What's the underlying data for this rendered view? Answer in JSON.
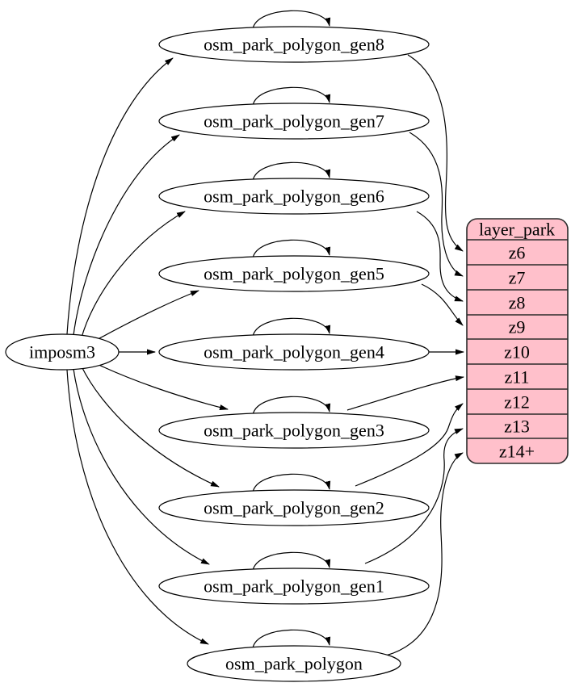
{
  "diagram": {
    "background_color": "#ffffff",
    "node_fill": "#ffffff",
    "edge_color": "#000000",
    "source_node": {
      "label": "imposm3"
    },
    "generalized_tables": [
      {
        "label": "osm_park_polygon_gen8"
      },
      {
        "label": "osm_park_polygon_gen7"
      },
      {
        "label": "osm_park_polygon_gen6"
      },
      {
        "label": "osm_park_polygon_gen5"
      },
      {
        "label": "osm_park_polygon_gen4"
      },
      {
        "label": "osm_park_polygon_gen3"
      },
      {
        "label": "osm_park_polygon_gen2"
      },
      {
        "label": "osm_park_polygon_gen1"
      },
      {
        "label": "osm_park_polygon"
      }
    ],
    "layer_node": {
      "title": "layer_park",
      "fill": "#ffc0cb",
      "zoom_rows": [
        {
          "label": "z6"
        },
        {
          "label": "z7"
        },
        {
          "label": "z8"
        },
        {
          "label": "z9"
        },
        {
          "label": "z10"
        },
        {
          "label": "z11"
        },
        {
          "label": "z12"
        },
        {
          "label": "z13"
        },
        {
          "label": "z14+"
        }
      ]
    },
    "edges": [
      {
        "from": "imposm3",
        "to": "osm_park_polygon_gen8"
      },
      {
        "from": "imposm3",
        "to": "osm_park_polygon_gen7"
      },
      {
        "from": "imposm3",
        "to": "osm_park_polygon_gen6"
      },
      {
        "from": "imposm3",
        "to": "osm_park_polygon_gen5"
      },
      {
        "from": "imposm3",
        "to": "osm_park_polygon_gen4"
      },
      {
        "from": "imposm3",
        "to": "osm_park_polygon_gen3"
      },
      {
        "from": "imposm3",
        "to": "osm_park_polygon_gen2"
      },
      {
        "from": "imposm3",
        "to": "osm_park_polygon_gen1"
      },
      {
        "from": "imposm3",
        "to": "osm_park_polygon"
      },
      {
        "from": "osm_park_polygon_gen8",
        "to": "osm_park_polygon_gen8",
        "type": "self-loop"
      },
      {
        "from": "osm_park_polygon_gen7",
        "to": "osm_park_polygon_gen7",
        "type": "self-loop"
      },
      {
        "from": "osm_park_polygon_gen6",
        "to": "osm_park_polygon_gen6",
        "type": "self-loop"
      },
      {
        "from": "osm_park_polygon_gen5",
        "to": "osm_park_polygon_gen5",
        "type": "self-loop"
      },
      {
        "from": "osm_park_polygon_gen4",
        "to": "osm_park_polygon_gen4",
        "type": "self-loop"
      },
      {
        "from": "osm_park_polygon_gen3",
        "to": "osm_park_polygon_gen3",
        "type": "self-loop"
      },
      {
        "from": "osm_park_polygon_gen2",
        "to": "osm_park_polygon_gen2",
        "type": "self-loop"
      },
      {
        "from": "osm_park_polygon_gen1",
        "to": "osm_park_polygon_gen1",
        "type": "self-loop"
      },
      {
        "from": "osm_park_polygon",
        "to": "osm_park_polygon",
        "type": "self-loop"
      },
      {
        "from": "osm_park_polygon_gen8",
        "to": "layer_park.z6"
      },
      {
        "from": "osm_park_polygon_gen7",
        "to": "layer_park.z7"
      },
      {
        "from": "osm_park_polygon_gen6",
        "to": "layer_park.z8"
      },
      {
        "from": "osm_park_polygon_gen5",
        "to": "layer_park.z9"
      },
      {
        "from": "osm_park_polygon_gen4",
        "to": "layer_park.z10"
      },
      {
        "from": "osm_park_polygon_gen3",
        "to": "layer_park.z11"
      },
      {
        "from": "osm_park_polygon_gen2",
        "to": "layer_park.z12"
      },
      {
        "from": "osm_park_polygon_gen1",
        "to": "layer_park.z13"
      },
      {
        "from": "osm_park_polygon",
        "to": "layer_park.z14+"
      }
    ]
  }
}
